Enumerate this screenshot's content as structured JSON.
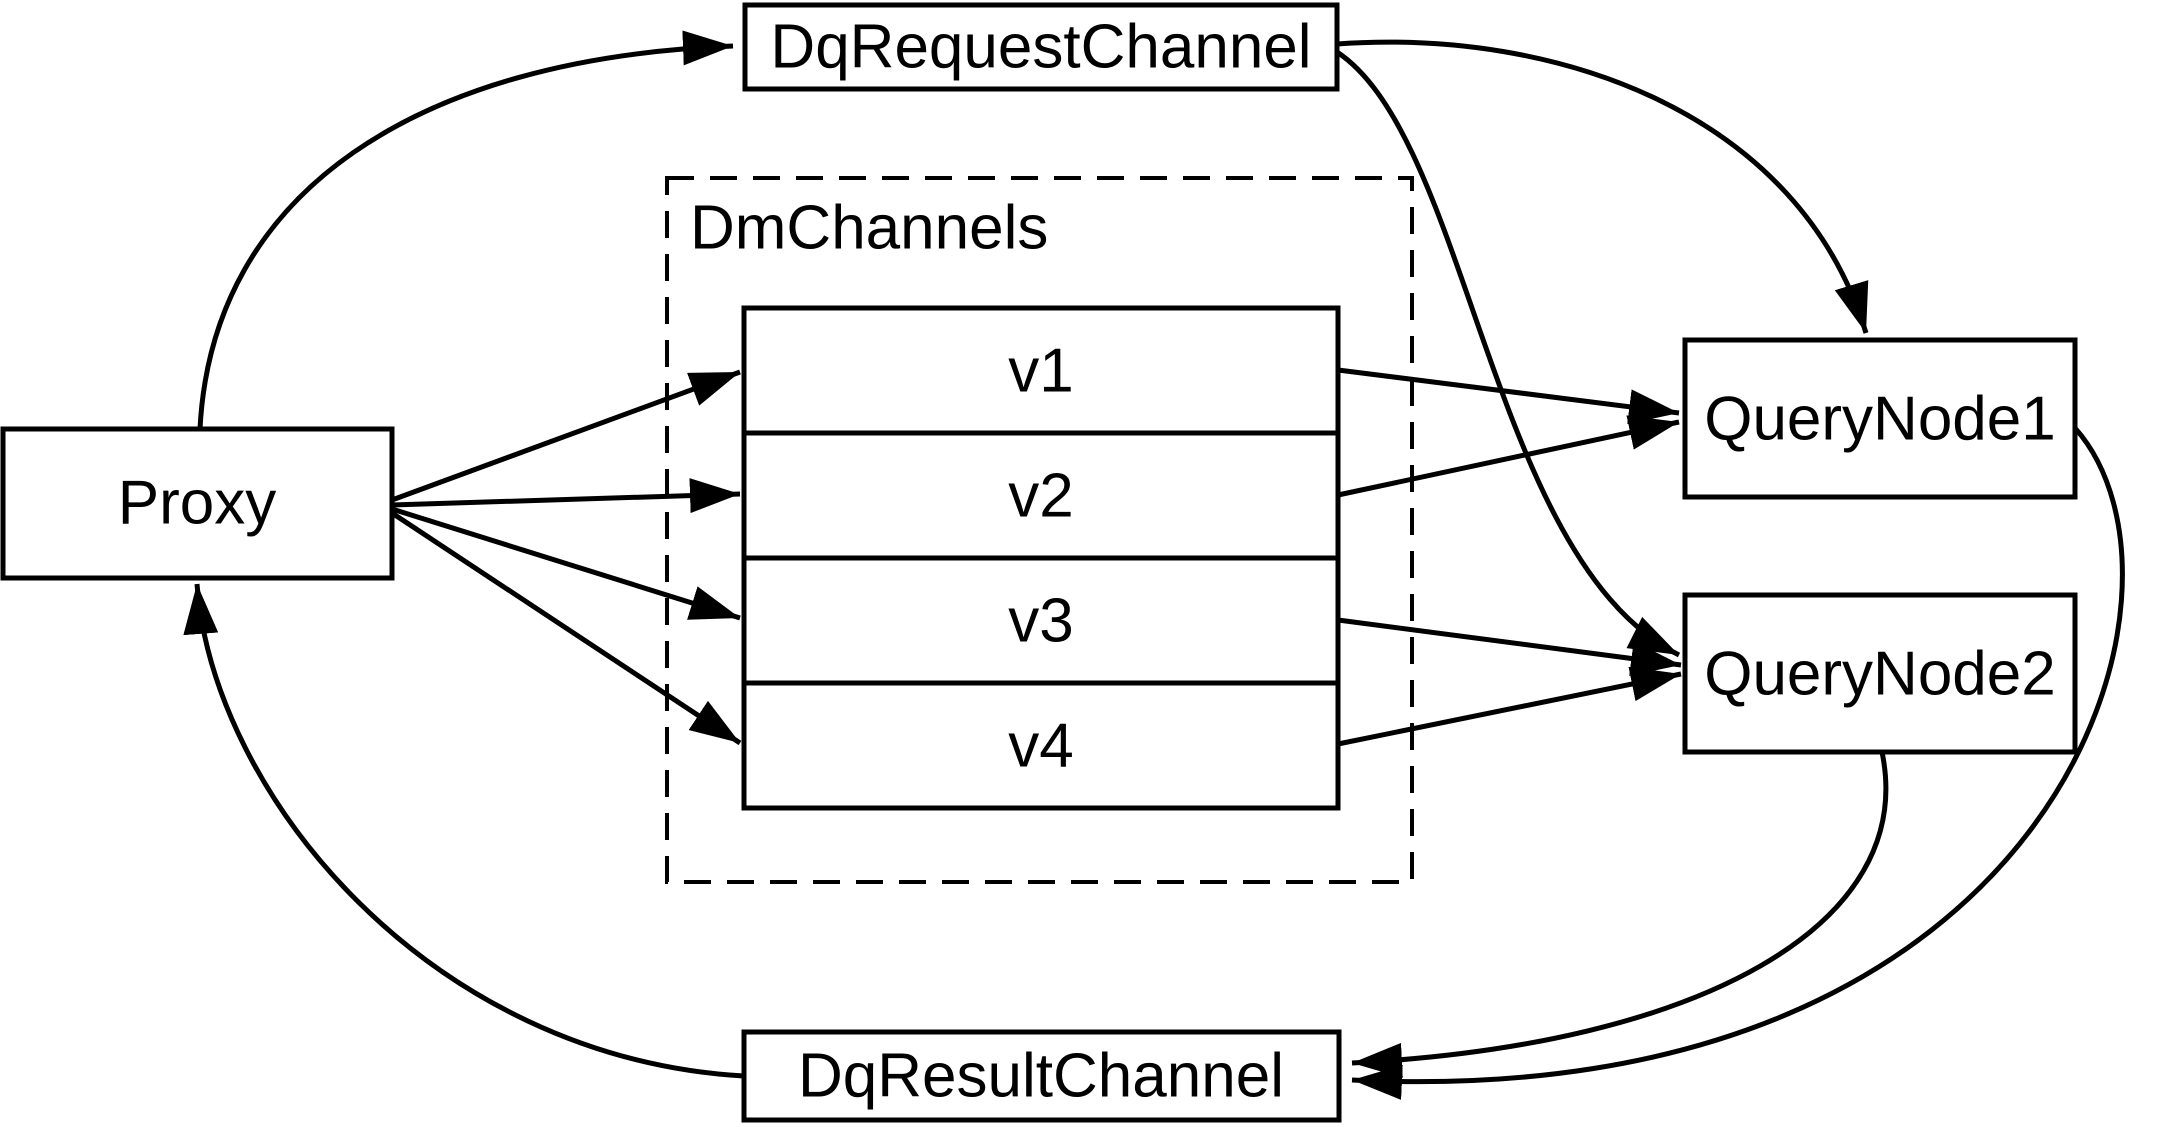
{
  "diagram": {
    "background_color": "#ffffff",
    "line_color": "#000000",
    "node_fill_color": "#ffffff",
    "nodes": {
      "proxy": {
        "label": "Proxy"
      },
      "dq_request_channel": {
        "label": "DqRequestChannel"
      },
      "dm_channels": {
        "label": "DmChannels",
        "channels": [
          {
            "label": "v1"
          },
          {
            "label": "v2"
          },
          {
            "label": "v3"
          },
          {
            "label": "v4"
          }
        ]
      },
      "query_node_1": {
        "label": "QueryNode1"
      },
      "query_node_2": {
        "label": "QueryNode2"
      },
      "dq_result_channel": {
        "label": "DqResultChannel"
      }
    },
    "edges": [
      {
        "from": "Proxy",
        "to": "DqRequestChannel"
      },
      {
        "from": "Proxy",
        "to": "v1"
      },
      {
        "from": "Proxy",
        "to": "v2"
      },
      {
        "from": "Proxy",
        "to": "v3"
      },
      {
        "from": "Proxy",
        "to": "v4"
      },
      {
        "from": "v1",
        "to": "QueryNode1"
      },
      {
        "from": "v2",
        "to": "QueryNode1"
      },
      {
        "from": "v3",
        "to": "QueryNode2"
      },
      {
        "from": "v4",
        "to": "QueryNode2"
      },
      {
        "from": "DqRequestChannel",
        "to": "QueryNode1"
      },
      {
        "from": "DqRequestChannel",
        "to": "QueryNode2"
      },
      {
        "from": "QueryNode1",
        "to": "DqResultChannel"
      },
      {
        "from": "QueryNode2",
        "to": "DqResultChannel"
      },
      {
        "from": "DqResultChannel",
        "to": "Proxy"
      }
    ]
  }
}
